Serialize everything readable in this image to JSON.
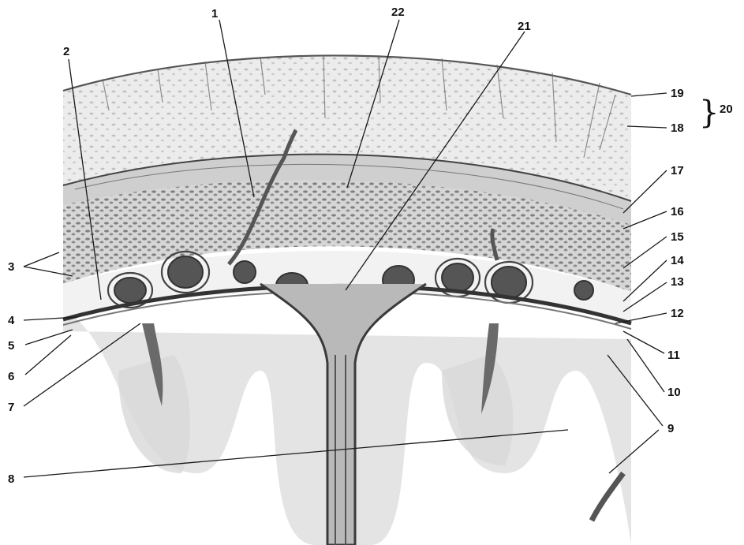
{
  "diagram": {
    "labels": {
      "l1": "1",
      "l2": "2",
      "l3": "3",
      "l4": "4",
      "l5": "5",
      "l6": "6",
      "l7": "7",
      "l8": "8",
      "l9": "9",
      "l10": "10",
      "l11": "11",
      "l12": "12",
      "l13": "13",
      "l14": "14",
      "l15": "15",
      "l16": "16",
      "l17": "17",
      "l18": "18",
      "l19": "19",
      "l20": "20",
      "l21": "21",
      "l22": "22"
    },
    "brace_symbol": "}"
  }
}
